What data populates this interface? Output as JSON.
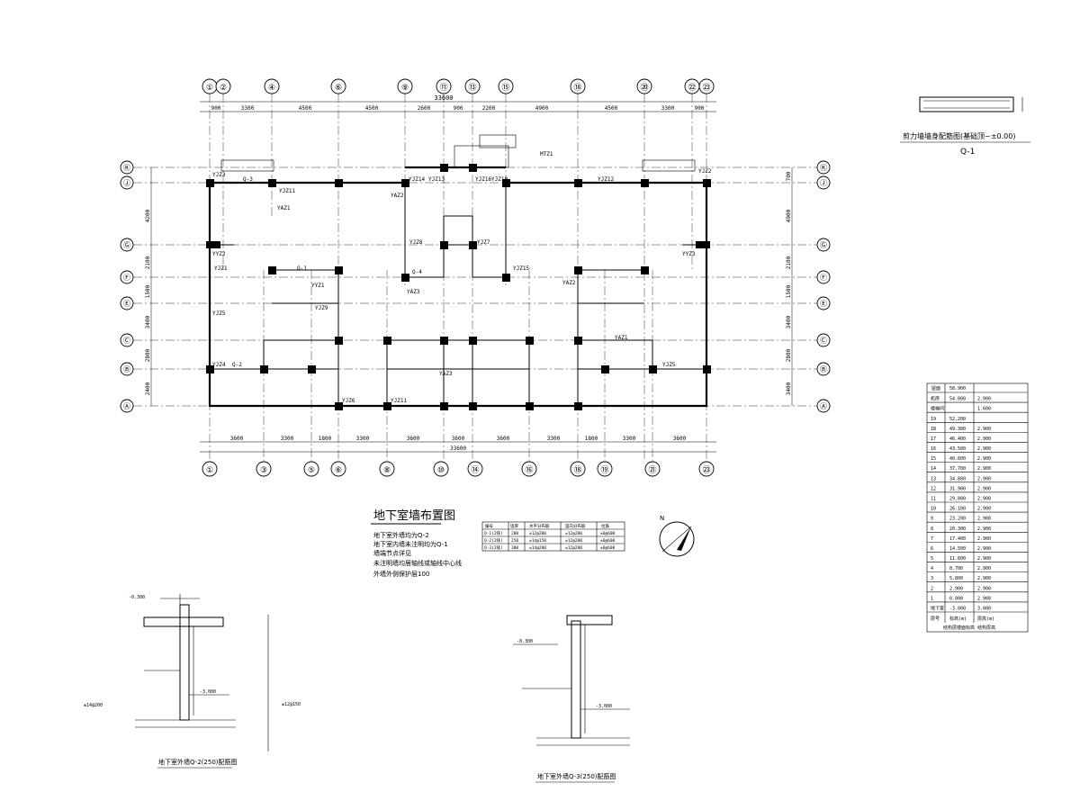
{
  "plan": {
    "title": "地下室墙布置图",
    "notes": [
      "地下室外墙均为Q-2",
      "地下室内墙未注明均为Q-1",
      "墙端节点详见",
      "未注明墙均居轴线或轴线中心线",
      "外墙外侧保护层100"
    ],
    "total_top": "33600",
    "total_bottom": "33600",
    "top_axes": [
      "①",
      "②",
      "④",
      "⑥",
      "⑨",
      "⑪",
      "⑬",
      "⑮",
      "⑱",
      "⑳",
      "㉒",
      "㉓"
    ],
    "top_dims": [
      "900",
      "3300",
      "4500",
      "4500",
      "2600",
      "900",
      "2200",
      "4900",
      "4500",
      "3300",
      "900"
    ],
    "bottom_axes": [
      "①",
      "③",
      "⑤",
      "⑥",
      "⑧",
      "⑩",
      "⑭",
      "⑯",
      "⑱",
      "⑲",
      "㉑",
      "㉓"
    ],
    "bottom_dims": [
      "3600",
      "3300",
      "1800",
      "3300",
      "3600",
      "3600",
      "3600",
      "3300",
      "1800",
      "3300",
      "3600"
    ],
    "row_axes": [
      "Ⓚ",
      "Ⓙ",
      "Ⓖ",
      "Ⓕ",
      "Ⓔ",
      "Ⓒ",
      "Ⓑ",
      "Ⓐ"
    ],
    "left_dims": [
      "4200",
      "2100",
      "1500",
      "3400",
      "2800",
      "2400"
    ],
    "right_dims": [
      "700",
      "4900",
      "2100",
      "1500",
      "3400",
      "2800",
      "3400"
    ],
    "labels": [
      "YJZ3",
      "Q-3",
      "YJZ11",
      "YJZ1",
      "YJZ14",
      "YJZ13",
      "YJZ16",
      "YJZ10",
      "YJZ12",
      "YJZ2",
      "YAZ1",
      "YAZ2",
      "YAZ3",
      "YJZ8",
      "YJZ7",
      "YYZ1",
      "YYZ2",
      "YJZ5",
      "YJZ9",
      "YJZ15",
      "YJZ4",
      "YJZ6",
      "YJZ11",
      "YAZ3",
      "Q-1",
      "Q-2",
      "Q-4",
      "MTZ1",
      "YAZ2",
      "YJZ5",
      "YYZ3",
      "YAZ1"
    ]
  },
  "sections": {
    "q1_caption": "剪力墙墙身配筋图(基础顶~±0.00)",
    "q1_name": "Q-1",
    "q2_caption": "地下室外墙Q-2(250)配筋图",
    "q3_caption": "地下室外墙Q-3(250)配筋图",
    "elev_top": "-0.300",
    "elev_mid": "-3.000",
    "bar_a": "±14@200",
    "bar_b": "±12@150"
  },
  "wall_table": {
    "headers": [
      "编号",
      "墙厚",
      "水平分布筋",
      "竖向分布筋",
      "拉筋"
    ],
    "rows": [
      [
        "Q-1(2排)",
        "200",
        "±12@200",
        "±12@200",
        "±6@600"
      ],
      [
        "Q-2(2排)",
        "250",
        "±14@150",
        "±12@200",
        "±6@600"
      ],
      [
        "Q-3(2排)",
        "300",
        "±14@200",
        "±12@200",
        "±6@600"
      ]
    ]
  },
  "storey_table": {
    "roof": [
      "屋面",
      "58.900",
      ""
    ],
    "rows": [
      [
        "机房",
        "54.000",
        "2.900"
      ],
      [
        "楼梯间",
        "",
        "1.600"
      ],
      [
        "19",
        "52.200",
        ""
      ],
      [
        "18",
        "49.300",
        "2.900"
      ],
      [
        "17",
        "46.400",
        "2.900"
      ],
      [
        "16",
        "43.500",
        "2.900"
      ],
      [
        "15",
        "40.600",
        "2.900"
      ],
      [
        "14",
        "37.700",
        "2.900"
      ],
      [
        "13",
        "34.800",
        "2.900"
      ],
      [
        "12",
        "31.900",
        "2.900"
      ],
      [
        "11",
        "29.000",
        "2.900"
      ],
      [
        "10",
        "26.100",
        "2.900"
      ],
      [
        "9",
        "23.200",
        "2.900"
      ],
      [
        "8",
        "20.300",
        "2.900"
      ],
      [
        "7",
        "17.400",
        "2.900"
      ],
      [
        "6",
        "14.500",
        "2.900"
      ],
      [
        "5",
        "11.600",
        "2.900"
      ],
      [
        "4",
        "8.700",
        "2.900"
      ],
      [
        "3",
        "5.800",
        "2.900"
      ],
      [
        "2",
        "2.900",
        "2.900"
      ],
      [
        "1",
        "0.000",
        "2.900"
      ],
      [
        "地下室",
        "-3.000",
        "3.000"
      ]
    ],
    "footer": [
      "层号",
      "标高(m)",
      "层高(m)"
    ],
    "caption": "结构层楼面标高 结构层高"
  },
  "north_arrow": "N"
}
